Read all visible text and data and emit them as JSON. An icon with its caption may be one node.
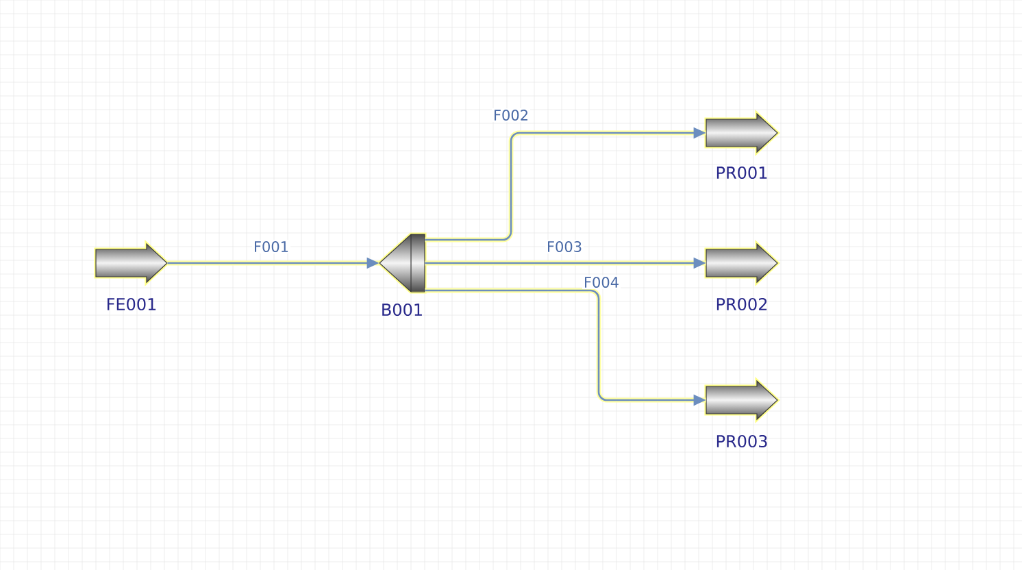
{
  "diagram": {
    "nodes": [
      {
        "text": [
          "FE001"
        ]
      },
      {
        "text": [
          "B001"
        ]
      },
      {
        "text": [
          "PR001"
        ]
      },
      {
        "text": [
          "PR002"
        ]
      },
      {
        "text": [
          "PR003"
        ]
      }
    ],
    "edges": [
      {
        "from": 0,
        "to": 1,
        "arrow": "to",
        "label": "F001"
      },
      {
        "from": 1,
        "to": 2,
        "arrow": "to",
        "label": "F002"
      },
      {
        "from": 1,
        "to": 3,
        "arrow": "to",
        "label": "F003"
      },
      {
        "from": 1,
        "to": 4,
        "arrow": "to",
        "label": "F004"
      }
    ]
  }
}
